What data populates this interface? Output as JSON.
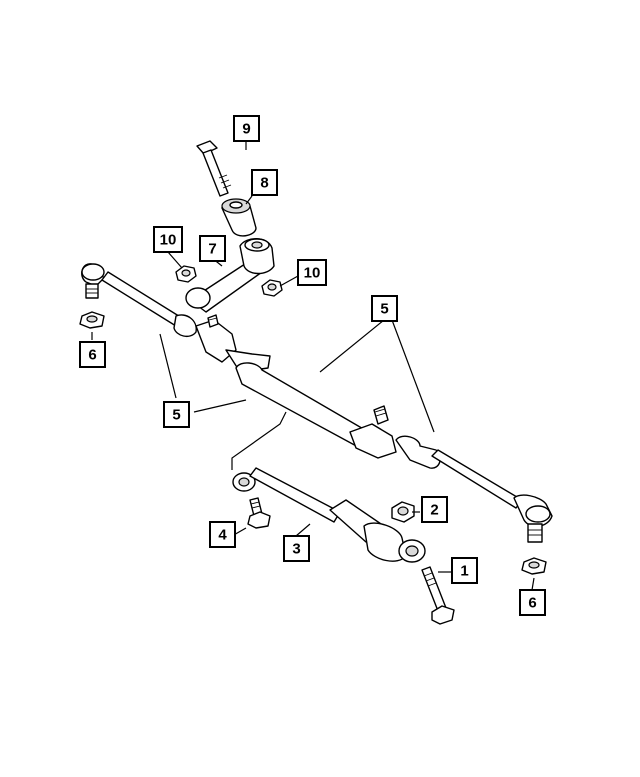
{
  "colors": {
    "line": "#000000",
    "background": "#ffffff",
    "shade": "#d9d9d9"
  },
  "callouts": {
    "c1": "1",
    "c2": "2",
    "c3": "3",
    "c4": "4",
    "c5a": "5",
    "c5b": "5",
    "c6a": "6",
    "c6b": "6",
    "c7": "7",
    "c8": "8",
    "c9": "9",
    "c10a": "10",
    "c10b": "10"
  }
}
